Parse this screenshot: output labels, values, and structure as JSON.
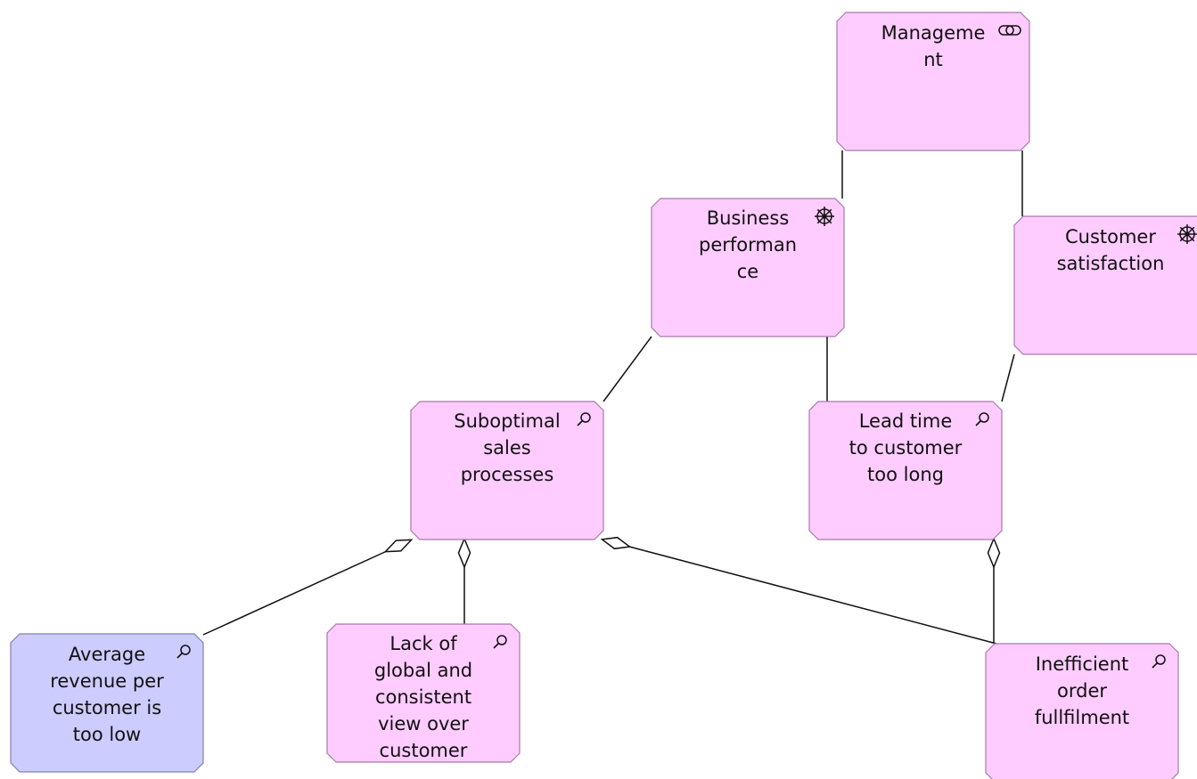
{
  "colors": {
    "motivation_fill": "#ffccff",
    "motivation_stroke": "#a879a8",
    "assessment_alt_fill": "#ccccff",
    "assessment_alt_stroke": "#7f7fb2",
    "edge": "#111111"
  },
  "nodes": [
    {
      "id": "management",
      "lines": [
        "Manageme",
        "nt"
      ],
      "icon": "stakeholder-icon",
      "fill": "motivation_fill"
    },
    {
      "id": "business-performance",
      "lines": [
        "Business",
        "performan",
        "ce"
      ],
      "icon": "driver-icon",
      "fill": "motivation_fill"
    },
    {
      "id": "customer-satisfaction",
      "lines": [
        "Customer",
        "satisfaction"
      ],
      "icon": "driver-icon",
      "fill": "motivation_fill"
    },
    {
      "id": "suboptimal-sales-processes",
      "lines": [
        "Suboptimal",
        "sales",
        "processes"
      ],
      "icon": "assessment-icon",
      "fill": "motivation_fill"
    },
    {
      "id": "lead-time-too-long",
      "lines": [
        "Lead time",
        "to customer",
        "too long"
      ],
      "icon": "assessment-icon",
      "fill": "motivation_fill"
    },
    {
      "id": "average-revenue-too-low",
      "lines": [
        "Average",
        "revenue per",
        "customer is",
        "too low"
      ],
      "icon": "assessment-icon",
      "fill": "assessment_alt_fill"
    },
    {
      "id": "lack-of-global-view",
      "lines": [
        "Lack of",
        "global and",
        "consistent",
        "view over",
        "customer"
      ],
      "icon": "assessment-icon",
      "fill": "motivation_fill"
    },
    {
      "id": "inefficient-order-fulfilment",
      "lines": [
        "Inefficient",
        "order",
        "fullfilment"
      ],
      "icon": "assessment-icon",
      "fill": "motivation_fill"
    }
  ],
  "edges": [
    {
      "from": "management",
      "to": "business-performance",
      "type": "association"
    },
    {
      "from": "management",
      "to": "customer-satisfaction",
      "type": "association"
    },
    {
      "from": "business-performance",
      "to": "suboptimal-sales-processes",
      "type": "association"
    },
    {
      "from": "business-performance",
      "to": "lead-time-too-long",
      "type": "association"
    },
    {
      "from": "customer-satisfaction",
      "to": "lead-time-too-long",
      "type": "association"
    },
    {
      "from": "average-revenue-too-low",
      "to": "suboptimal-sales-processes",
      "type": "aggregation"
    },
    {
      "from": "lack-of-global-view",
      "to": "suboptimal-sales-processes",
      "type": "aggregation"
    },
    {
      "from": "inefficient-order-fulfilment",
      "to": "suboptimal-sales-processes",
      "type": "aggregation"
    },
    {
      "from": "inefficient-order-fulfilment",
      "to": "lead-time-too-long",
      "type": "aggregation"
    }
  ]
}
